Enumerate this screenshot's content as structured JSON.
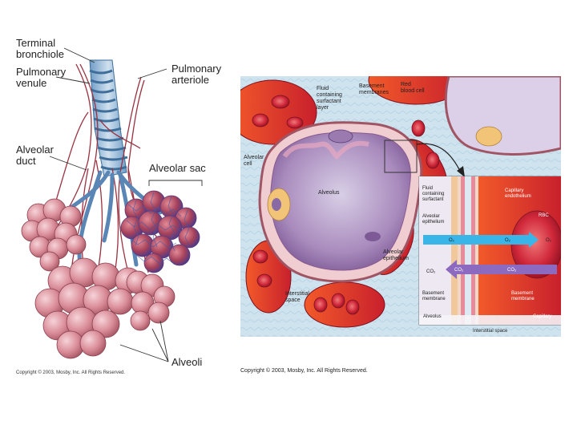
{
  "left_figure": {
    "labels": {
      "terminal_bronchiole_1": "Terminal",
      "terminal_bronchiole_2": "bronchiole",
      "pulmonary_venule_1": "Pulmonary",
      "pulmonary_venule_2": "venule",
      "pulmonary_arteriole_1": "Pulmonary",
      "pulmonary_arteriole_2": "arteriole",
      "alveolar_duct_1": "Alveolar",
      "alveolar_duct_2": "duct",
      "alveolar_sac": "Alveolar sac",
      "alveoli": "Alveoli"
    },
    "copyright": "Copyright © 2003, Mosby, Inc. All Rights Reserved."
  },
  "right_figure": {
    "labels": {
      "fluid_surfactant_1": "Fluid",
      "fluid_surfactant_2": "containing",
      "fluid_surfactant_3": "surfactant",
      "fluid_surfactant_4": "layer",
      "basement_membranes_1": "Basement",
      "basement_membranes_2": "membranes",
      "red_blood_cell_1": "Red",
      "red_blood_cell_2": "blood cell",
      "alveolar_cell_1": "Alveolar",
      "alveolar_cell_2": "cell",
      "alveolus": "Alveolus",
      "alveolar_epithelium_1": "Alveolar",
      "alveolar_epithelium_2": "epithelium",
      "interstitial_space_1": "Interstitial",
      "interstitial_space_2": "space"
    },
    "inset": {
      "fluid_1": "Fluid",
      "fluid_2": "containing",
      "fluid_3": "surfactant",
      "alv_epi_1": "Alveolar",
      "alv_epi_2": "epithelium",
      "cap_endo_1": "Capillary",
      "cap_endo_2": "endothelium",
      "rbc": "RBC",
      "o2": "O₂",
      "co2": "CO₂",
      "basement_1": "Basement",
      "basement_2": "membrane",
      "alveolus": "Alveolus",
      "capillary": "Capillary",
      "interstitial": "Interstitial space"
    },
    "copyright": "Copyright © 2003, Mosby, Inc. All Rights Reserved."
  }
}
